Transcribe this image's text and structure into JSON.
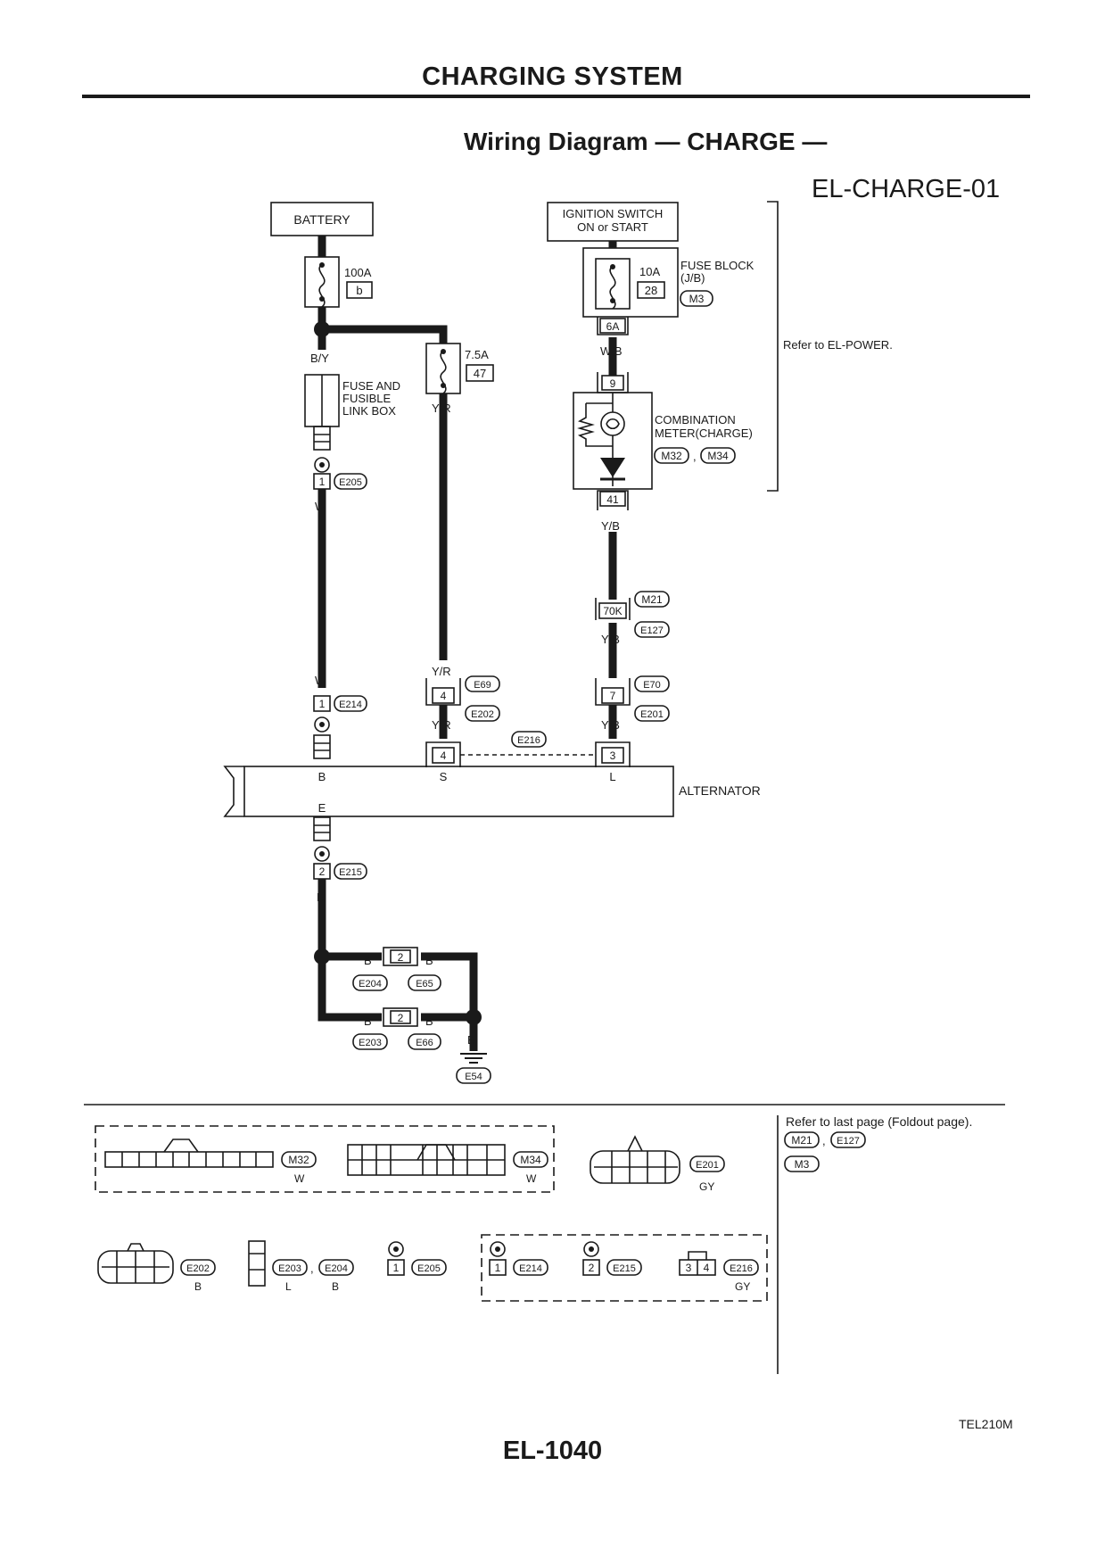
{
  "header": {
    "section_title": "CHARGING SYSTEM"
  },
  "diagram": {
    "title": "Wiring Diagram — CHARGE —",
    "code": "EL-CHARGE-01",
    "components": {
      "battery": "BATTERY",
      "ignition_line1": "IGNITION SWITCH",
      "ignition_line2": "ON or START",
      "fuse_block_line1": "FUSE BLOCK",
      "fuse_block_line2": "(J/B)",
      "fusible_line1": "FUSE AND",
      "fusible_line2": "FUSIBLE",
      "fusible_line3": "LINK BOX",
      "meter_line1": "COMBINATION",
      "meter_line2": "METER(CHARGE)",
      "alternator": "ALTERNATOR",
      "refer_power": "Refer to EL-POWER."
    },
    "fuses": {
      "main_amp": "100A",
      "main_id": "b",
      "ign_amp": "10A",
      "ign_id": "28",
      "sense_amp": "7.5A",
      "sense_id": "47"
    },
    "wires": {
      "by": "B/Y",
      "yr": "Y/R",
      "wb": "W/B",
      "yb": "Y/B",
      "w": "W",
      "b": "B"
    },
    "pins": {
      "p6a": "6A",
      "p9": "9",
      "p41": "41",
      "p70k": "70K",
      "p7": "7",
      "p4": "4",
      "p3": "3",
      "p1": "1",
      "p2": "2",
      "term_b": "B",
      "term_s": "S",
      "term_l": "L",
      "term_e": "E"
    },
    "connectors": {
      "m3": "M3",
      "m32": "M32",
      "m34": "M34",
      "m21": "M21",
      "e127": "E127",
      "e69": "E69",
      "e70": "E70",
      "e202": "E202",
      "e201": "E201",
      "e216": "E216",
      "e205": "E205",
      "e214": "E214",
      "e215": "E215",
      "e204": "E204",
      "e65": "E65",
      "e203": "E203",
      "e66": "E66",
      "e54": "E54"
    },
    "separator": ","
  },
  "connector_views": {
    "refer_foldout": "Refer to last page (Foldout page).",
    "colors": {
      "w": "W",
      "gy": "GY",
      "b": "B",
      "l": "L"
    }
  },
  "footer": {
    "figure_code": "TEL210M",
    "page_number": "EL-1040"
  }
}
